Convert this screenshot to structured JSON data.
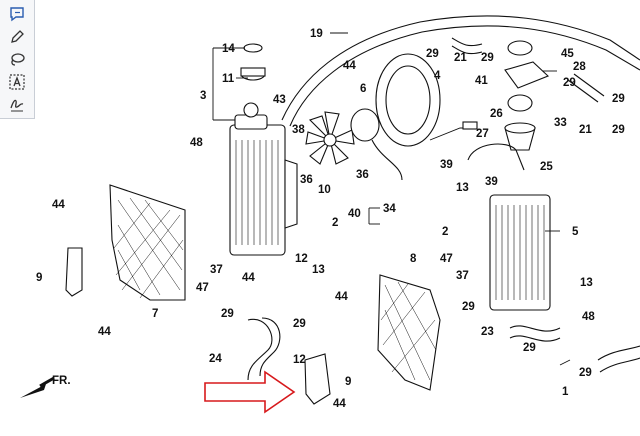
{
  "viewer": {
    "tools": [
      {
        "name": "comment-tool",
        "icon": "comment-icon"
      },
      {
        "name": "pen-tool",
        "icon": "pen-icon"
      },
      {
        "name": "lasso-tool",
        "icon": "lasso-icon"
      },
      {
        "name": "text-select-tool",
        "icon": "text-box-icon"
      },
      {
        "name": "sign-tool",
        "icon": "signature-icon"
      }
    ],
    "accent_color": "#2a5db0"
  },
  "diagram": {
    "front_label": "FR.",
    "callout_arrow_color": "#d7191c",
    "part_numbers": [
      "1",
      "2",
      "3",
      "4",
      "5",
      "6",
      "7",
      "8",
      "9",
      "10",
      "11",
      "12",
      "13",
      "14",
      "19",
      "21",
      "23",
      "24",
      "25",
      "26",
      "27",
      "28",
      "29",
      "33",
      "34",
      "36",
      "37",
      "38",
      "39",
      "40",
      "41",
      "43",
      "44",
      "45",
      "47",
      "48"
    ],
    "labels": {
      "n1": "1",
      "n2a": "2",
      "n2b": "2",
      "n3": "3",
      "n4": "4",
      "n5": "5",
      "n6": "6",
      "n7": "7",
      "n8": "8",
      "n9a": "9",
      "n9b": "9",
      "n10": "10",
      "n11": "11",
      "n12a": "12",
      "n12b": "12",
      "n13a": "13",
      "n13b": "13",
      "n13c": "13",
      "n14": "14",
      "n19": "19",
      "n21a": "21",
      "n21b": "21",
      "n23": "23",
      "n24": "24",
      "n25": "25",
      "n26": "26",
      "n27": "27",
      "n28": "28",
      "n29a": "29",
      "n29b": "29",
      "n29c": "29",
      "n29d": "29",
      "n29e": "29",
      "n29f": "29",
      "n29g": "29",
      "n29h": "29",
      "n29i": "29",
      "n29j": "29",
      "n33": "33",
      "n34": "34",
      "n36a": "36",
      "n36b": "36",
      "n37a": "37",
      "n37b": "37",
      "n38": "38",
      "n39a": "39",
      "n39b": "39",
      "n40": "40",
      "n41": "41",
      "n43": "43",
      "n44a": "44",
      "n44b": "44",
      "n44c": "44",
      "n44d": "44",
      "n44e": "44",
      "n44f": "44",
      "n45": "45",
      "n47a": "47",
      "n47b": "47",
      "n48a": "48",
      "n48b": "48"
    }
  }
}
